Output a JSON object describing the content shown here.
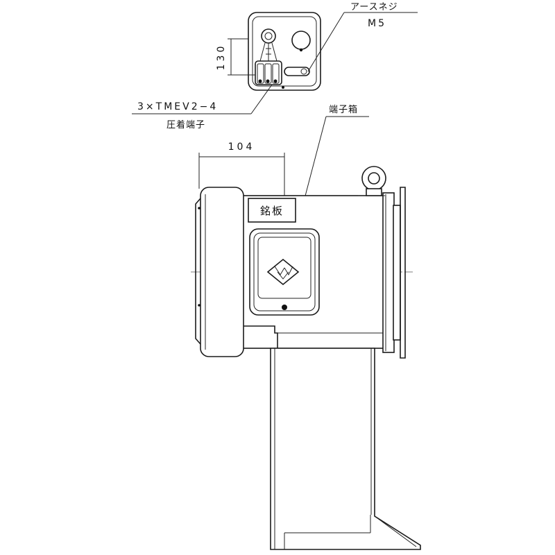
{
  "labels": {
    "earth_screw": "アースネジ",
    "earth_screw_size": "M5",
    "crimp_terminal_spec": "3×TMEV2−4",
    "crimp_terminal": "圧着端子",
    "terminal_box": "端子箱",
    "nameplate": "銘板"
  },
  "dimensions": {
    "terminal_box_height": "130",
    "terminal_box_offset": "104"
  },
  "colors": {
    "line": "#1a1a1a",
    "background": "#ffffff"
  }
}
